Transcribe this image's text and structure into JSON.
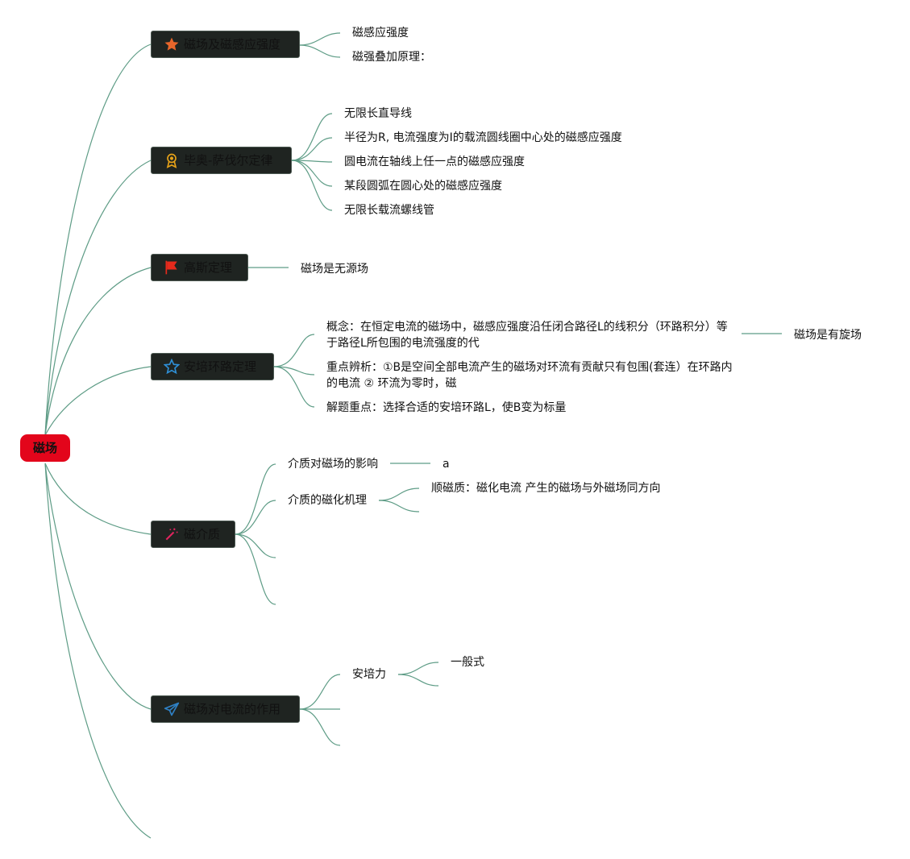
{
  "root": {
    "label": "磁场",
    "color": "#e3051b"
  },
  "branches": [
    {
      "label": "磁场及磁感应强度",
      "icon": "star-filled-icon",
      "icon_color": "#e8662b",
      "children": [
        "磁感应强度",
        "磁强叠加原理："
      ]
    },
    {
      "label": "毕奥-萨伐尔定律",
      "icon": "award-medal-icon",
      "icon_color": "#e6a219",
      "children": [
        "无限长直导线",
        "半径为R, 电流强度为I的载流圆线圈中心处的磁感应强度",
        "圆电流在轴线上任一点的磁感应强度",
        "某段圆弧在圆心处的磁感应强度",
        "无限长载流螺线管"
      ]
    },
    {
      "label": "高斯定理",
      "icon": "flag-icon",
      "icon_color": "#e62a1c",
      "children": [
        "磁场是无源场"
      ]
    },
    {
      "label": "安培环路定理",
      "icon": "star-outline-icon",
      "icon_color": "#2e8fd6",
      "children": [
        {
          "text": "概念：在恒定电流的磁场中，磁感应强度沿任闭合路径L的线积分（环路积分）等于路径L所包围的电流强度的代",
          "sub": "磁场是有旋场"
        },
        {
          "text": "重点辨析：①B是空间全部电流产生的磁场对环流有贡献只有包围(套连）在环路内的电流 ② 环流为零时，磁"
        },
        {
          "text": "解题重点：选择合适的安培环路L，使B变为标量"
        }
      ]
    },
    {
      "label": "磁介质",
      "icon": "magic-wand-icon",
      "icon_color": "#e0245e",
      "children": [
        {
          "text": "介质对磁场的影响",
          "sub": "a"
        },
        {
          "text": "介质的磁化机理",
          "sub": "顺磁质：磁化电流 产生的磁场与外磁场同方向"
        }
      ]
    },
    {
      "label": "磁场对电流的作用",
      "icon": "paper-plane-icon",
      "icon_color": "#2f80c4",
      "children": [
        {
          "text": "安培力",
          "sub": "一般式"
        }
      ]
    }
  ],
  "colors": {
    "link": "#5e9c86",
    "branch_bg": "#1f2421"
  }
}
